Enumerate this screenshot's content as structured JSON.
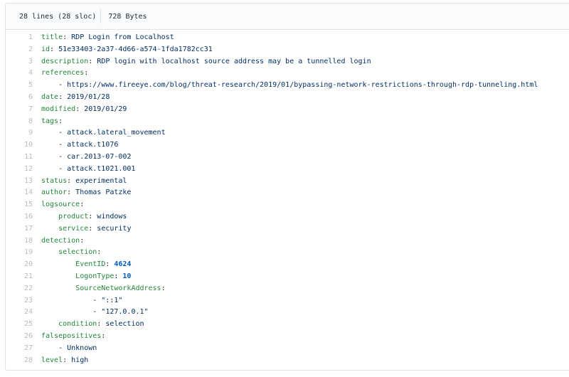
{
  "file_header": {
    "lines_info": "28 lines (28 sloc)",
    "size_info": "728 Bytes"
  },
  "colors": {
    "key": "#22863a",
    "string": "#032f62",
    "number": "#005cc5",
    "plain": "#24292e",
    "line_number": "#b7bbc0",
    "header_bg": "#fafbfc",
    "border": "#dfe2e5"
  },
  "code": {
    "language": "yaml",
    "lines": [
      {
        "n": 1,
        "segs": [
          {
            "t": "title",
            "c": "key"
          },
          {
            "t": ": ",
            "c": "plain"
          },
          {
            "t": "RDP Login from Localhost",
            "c": "str"
          }
        ]
      },
      {
        "n": 2,
        "segs": [
          {
            "t": "id",
            "c": "key"
          },
          {
            "t": ": ",
            "c": "plain"
          },
          {
            "t": "51e33403-2a37-4d66-a574-1fda1782cc31",
            "c": "str"
          }
        ]
      },
      {
        "n": 3,
        "segs": [
          {
            "t": "description",
            "c": "key"
          },
          {
            "t": ": ",
            "c": "plain"
          },
          {
            "t": "RDP login with localhost source address may be a tunnelled login",
            "c": "str"
          }
        ]
      },
      {
        "n": 4,
        "segs": [
          {
            "t": "references",
            "c": "key"
          },
          {
            "t": ":",
            "c": "plain"
          }
        ]
      },
      {
        "n": 5,
        "segs": [
          {
            "t": "    - ",
            "c": "plain"
          },
          {
            "t": "https://www.fireeye.com/blog/threat-research/2019/01/bypassing-network-restrictions-through-rdp-tunneling.html",
            "c": "str"
          }
        ]
      },
      {
        "n": 6,
        "segs": [
          {
            "t": "date",
            "c": "key"
          },
          {
            "t": ": ",
            "c": "plain"
          },
          {
            "t": "2019/01/28",
            "c": "str"
          }
        ]
      },
      {
        "n": 7,
        "segs": [
          {
            "t": "modified",
            "c": "key"
          },
          {
            "t": ": ",
            "c": "plain"
          },
          {
            "t": "2019/01/29",
            "c": "str"
          }
        ]
      },
      {
        "n": 8,
        "segs": [
          {
            "t": "tags",
            "c": "key"
          },
          {
            "t": ":",
            "c": "plain"
          }
        ]
      },
      {
        "n": 9,
        "segs": [
          {
            "t": "    - ",
            "c": "plain"
          },
          {
            "t": "attack.lateral_movement",
            "c": "str"
          }
        ]
      },
      {
        "n": 10,
        "segs": [
          {
            "t": "    - ",
            "c": "plain"
          },
          {
            "t": "attack.t1076",
            "c": "str"
          }
        ]
      },
      {
        "n": 11,
        "segs": [
          {
            "t": "    - ",
            "c": "plain"
          },
          {
            "t": "car.2013-07-002",
            "c": "str"
          }
        ]
      },
      {
        "n": 12,
        "segs": [
          {
            "t": "    - ",
            "c": "plain"
          },
          {
            "t": "attack.t1021.001",
            "c": "str"
          }
        ]
      },
      {
        "n": 13,
        "segs": [
          {
            "t": "status",
            "c": "key"
          },
          {
            "t": ": ",
            "c": "plain"
          },
          {
            "t": "experimental",
            "c": "str"
          }
        ]
      },
      {
        "n": 14,
        "segs": [
          {
            "t": "author",
            "c": "key"
          },
          {
            "t": ": ",
            "c": "plain"
          },
          {
            "t": "Thomas Patzke",
            "c": "str"
          }
        ]
      },
      {
        "n": 15,
        "segs": [
          {
            "t": "logsource",
            "c": "key"
          },
          {
            "t": ":",
            "c": "plain"
          }
        ]
      },
      {
        "n": 16,
        "segs": [
          {
            "t": "    ",
            "c": "plain"
          },
          {
            "t": "product",
            "c": "key"
          },
          {
            "t": ": ",
            "c": "plain"
          },
          {
            "t": "windows",
            "c": "str"
          }
        ]
      },
      {
        "n": 17,
        "segs": [
          {
            "t": "    ",
            "c": "plain"
          },
          {
            "t": "service",
            "c": "key"
          },
          {
            "t": ": ",
            "c": "plain"
          },
          {
            "t": "security",
            "c": "str"
          }
        ]
      },
      {
        "n": 18,
        "segs": [
          {
            "t": "detection",
            "c": "key"
          },
          {
            "t": ":",
            "c": "plain"
          }
        ]
      },
      {
        "n": 19,
        "segs": [
          {
            "t": "    ",
            "c": "plain"
          },
          {
            "t": "selection",
            "c": "key"
          },
          {
            "t": ":",
            "c": "plain"
          }
        ]
      },
      {
        "n": 20,
        "segs": [
          {
            "t": "        ",
            "c": "plain"
          },
          {
            "t": "EventID",
            "c": "key"
          },
          {
            "t": ": ",
            "c": "plain"
          },
          {
            "t": "4624",
            "c": "num"
          }
        ]
      },
      {
        "n": 21,
        "segs": [
          {
            "t": "        ",
            "c": "plain"
          },
          {
            "t": "LogonType",
            "c": "key"
          },
          {
            "t": ": ",
            "c": "plain"
          },
          {
            "t": "10",
            "c": "num"
          }
        ]
      },
      {
        "n": 22,
        "segs": [
          {
            "t": "        ",
            "c": "plain"
          },
          {
            "t": "SourceNetworkAddress",
            "c": "key"
          },
          {
            "t": ":",
            "c": "plain"
          }
        ]
      },
      {
        "n": 23,
        "segs": [
          {
            "t": "            - ",
            "c": "plain"
          },
          {
            "t": "\"::1\"",
            "c": "str"
          }
        ]
      },
      {
        "n": 24,
        "segs": [
          {
            "t": "            - ",
            "c": "plain"
          },
          {
            "t": "\"127.0.0.1\"",
            "c": "str"
          }
        ]
      },
      {
        "n": 25,
        "segs": [
          {
            "t": "    ",
            "c": "plain"
          },
          {
            "t": "condition",
            "c": "key"
          },
          {
            "t": ": ",
            "c": "plain"
          },
          {
            "t": "selection",
            "c": "str"
          }
        ]
      },
      {
        "n": 26,
        "segs": [
          {
            "t": "falsepositives",
            "c": "key"
          },
          {
            "t": ":",
            "c": "plain"
          }
        ]
      },
      {
        "n": 27,
        "segs": [
          {
            "t": "    - ",
            "c": "plain"
          },
          {
            "t": "Unknown",
            "c": "str"
          }
        ]
      },
      {
        "n": 28,
        "segs": [
          {
            "t": "level",
            "c": "key"
          },
          {
            "t": ": ",
            "c": "plain"
          },
          {
            "t": "high",
            "c": "str"
          }
        ]
      }
    ]
  }
}
